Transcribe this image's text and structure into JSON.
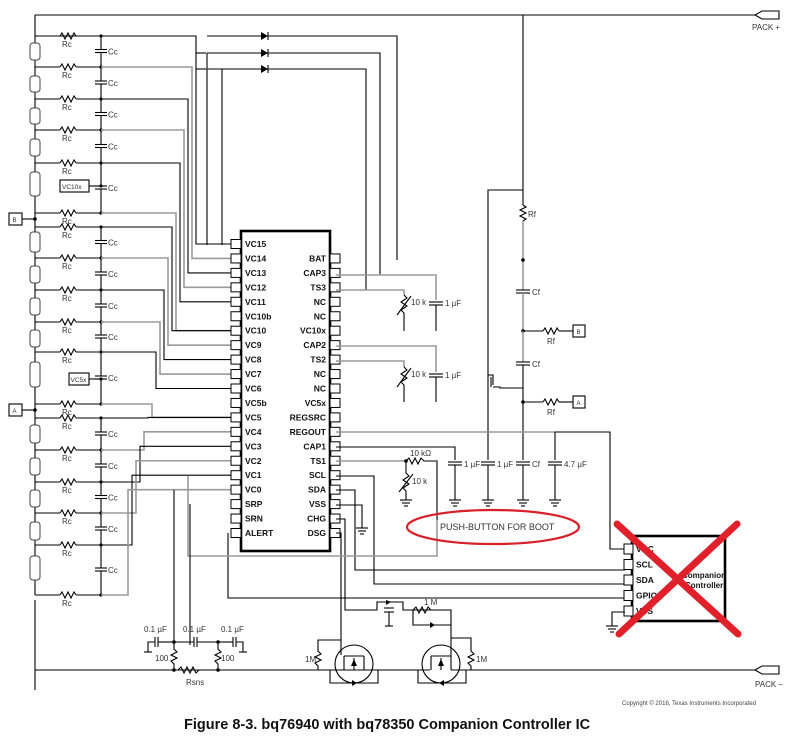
{
  "figure": {
    "title": "Figure 8-3. bq76940 with bq78350 Companion Controller IC",
    "copyright": "Copyright © 2016, Texas Instruments Incorporated"
  },
  "terminals": {
    "pack_plus": "PACK +",
    "pack_minus": "PACK –",
    "node_b": "B",
    "node_a": "A"
  },
  "ic_main": {
    "left_pins": [
      "VC15",
      "VC14",
      "VC13",
      "VC12",
      "VC11",
      "VC10b",
      "VC10",
      "VC9",
      "VC8",
      "VC7",
      "VC6",
      "VC5b",
      "VC5",
      "VC4",
      "VC3",
      "VC2",
      "VC1",
      "VC0",
      "SRP",
      "SRN",
      "ALERT"
    ],
    "right_pins": [
      "",
      "BAT",
      "CAP3",
      "TS3",
      "NC",
      "NC",
      "VC10x",
      "CAP2",
      "TS2",
      "NC",
      "NC",
      "VC5x",
      "REGSRC",
      "REGOUT",
      "CAP1",
      "TS1",
      "SCL",
      "SDA",
      "VSS",
      "CHG",
      "DSG"
    ]
  },
  "ic_companion": {
    "pins": [
      "VCC",
      "SCL",
      "SDA",
      "GPIO",
      "VSS"
    ],
    "label_line1": "Companion",
    "label_line2": "Controller",
    "crossed_out": true
  },
  "components": {
    "rc": "Rc",
    "cc": "Cc",
    "rf": "Rf",
    "cf": "Cf",
    "vc10x_box": "VC10x",
    "vc5x_box": "VC5x",
    "therm_10k": "10 k",
    "cap_1uf": "1 µF",
    "res_10kohm": "10 kΩ",
    "cap_4_7uf": "4.7 µF",
    "cap_0_1uf": "0.1 µF",
    "res_100": "100",
    "rsns": "Rsns",
    "res_1m": "1M",
    "res_1m_b": "1 M"
  },
  "annotation": {
    "push_button": "PUSH-BUTTON FOR BOOT",
    "color": "#d8202a"
  }
}
